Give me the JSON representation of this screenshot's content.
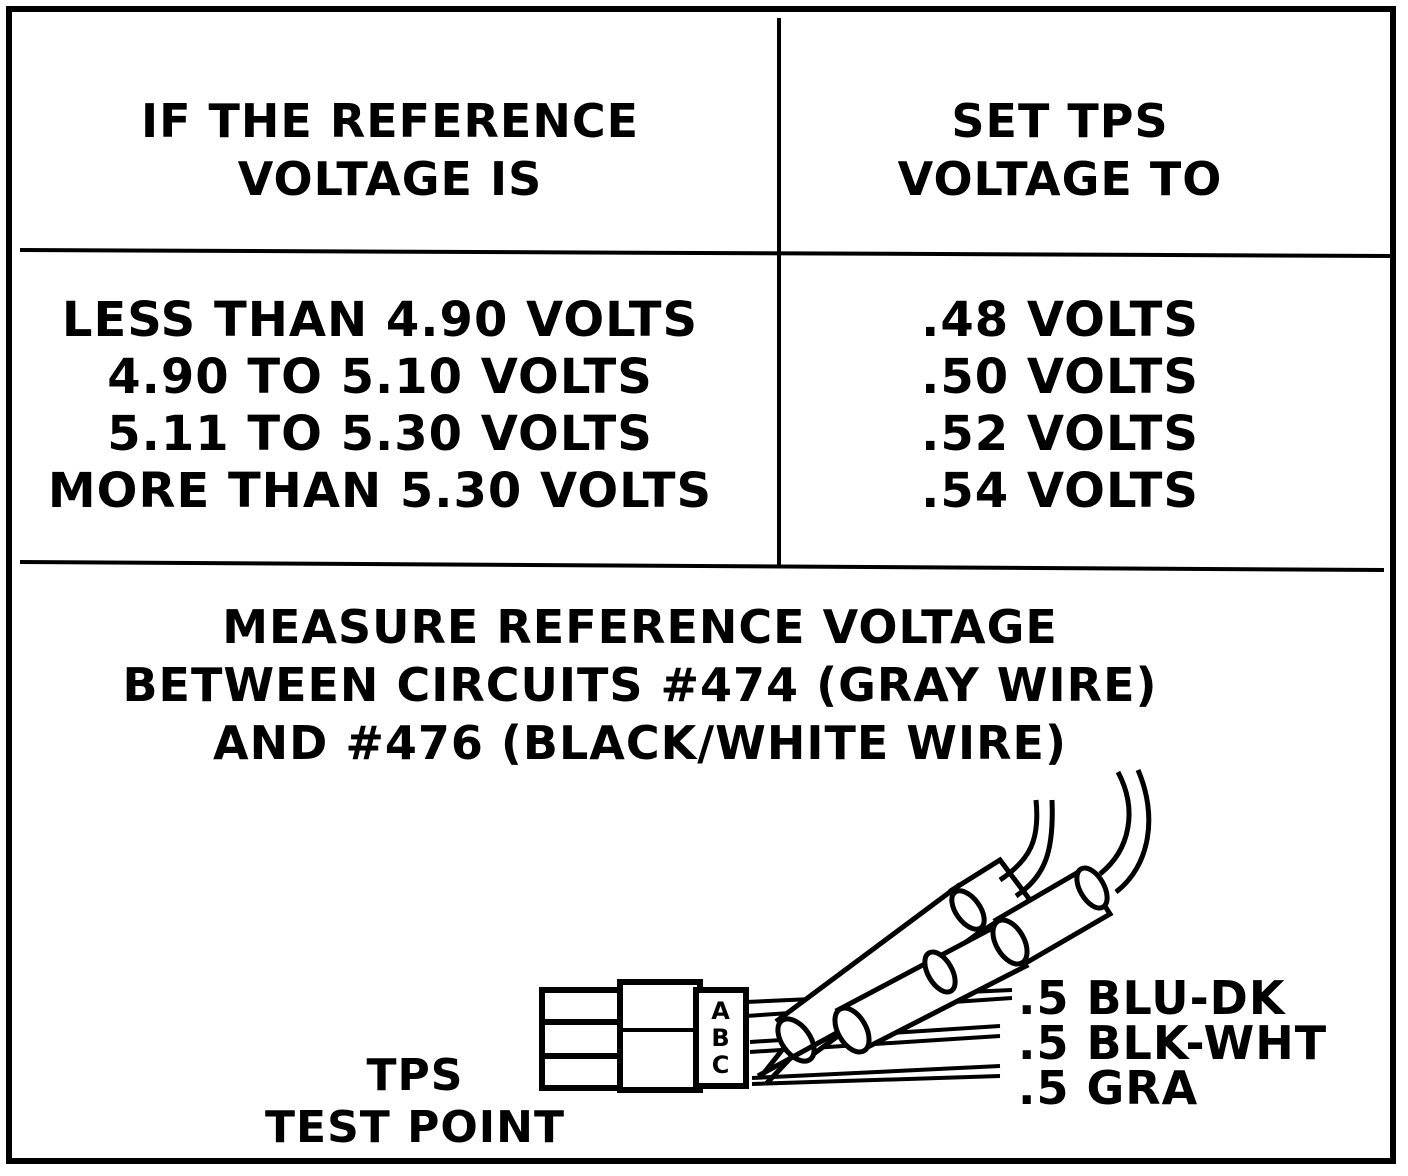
{
  "table": {
    "header_left": [
      "IF THE REFERENCE",
      "VOLTAGE IS"
    ],
    "header_right": [
      "SET TPS",
      "VOLTAGE TO"
    ],
    "rows_left": [
      "LESS THAN 4.90 VOLTS",
      "4.90 TO 5.10 VOLTS",
      "5.11 TO 5.30 VOLTS",
      "MORE THAN 5.30 VOLTS"
    ],
    "rows_right": [
      ".48 VOLTS",
      ".50 VOLTS",
      ".52 VOLTS",
      ".54 VOLTS"
    ]
  },
  "instruction": [
    "MEASURE REFERENCE VOLTAGE",
    "BETWEEN CIRCUITS #474 (GRAY WIRE)",
    "AND #476 (BLACK/WHITE WIRE)"
  ],
  "connector": {
    "pins": [
      "A",
      "B",
      "C"
    ],
    "label": [
      "TPS",
      "TEST POINT"
    ]
  },
  "wires": [
    ".5 BLU-DK",
    ".5 BLK-WHT",
    ".5 GRA"
  ]
}
